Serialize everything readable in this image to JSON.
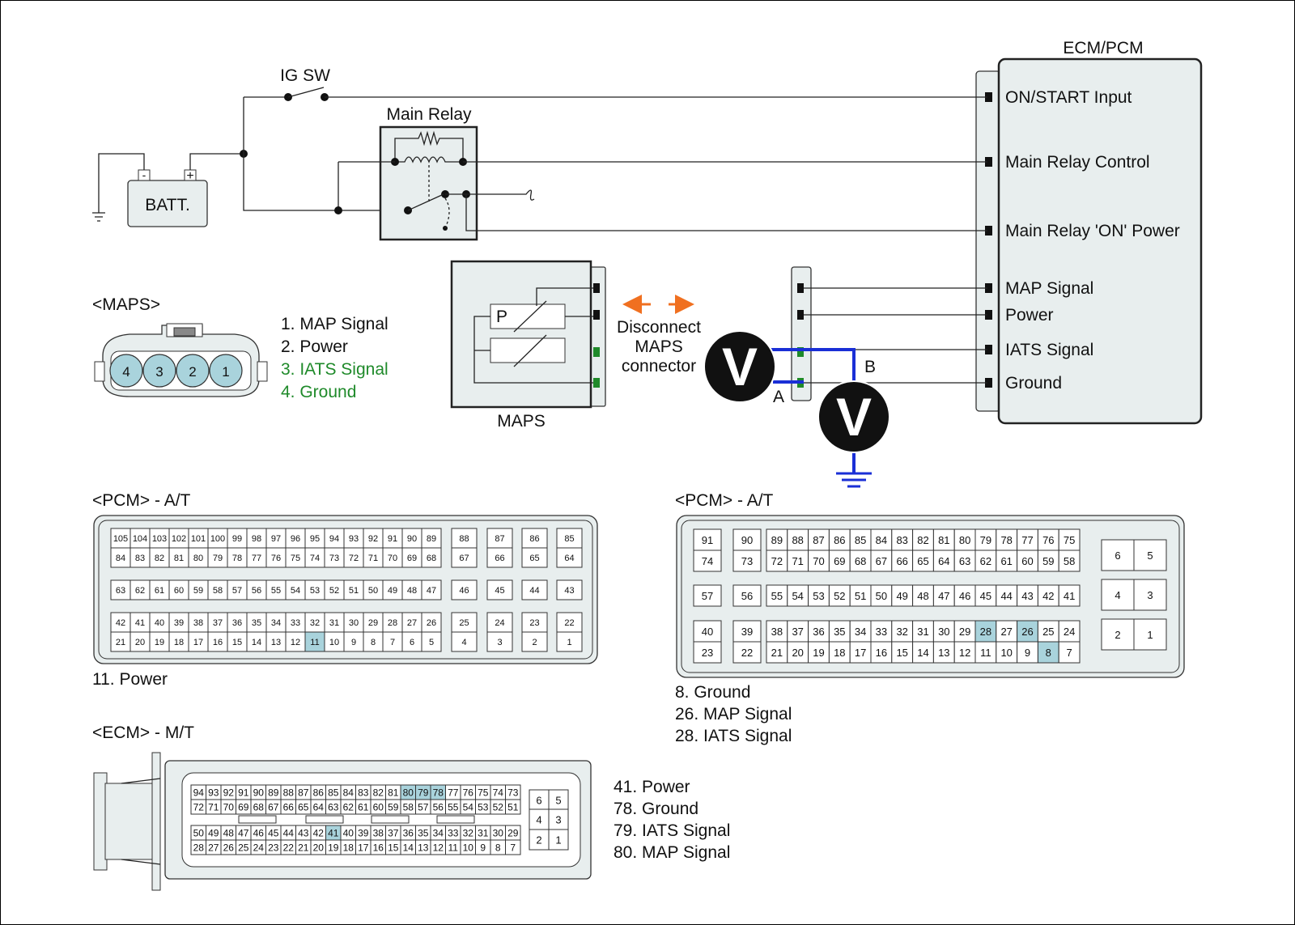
{
  "ecm": {
    "title": "ECM/PCM",
    "pins": [
      "ON/START Input",
      "Main Relay Control",
      "Main Relay 'ON' Power",
      "MAP Signal",
      "Power",
      "IATS Signal",
      "Ground"
    ]
  },
  "circuit": {
    "ig_sw": "IG SW",
    "main_relay": "Main Relay",
    "batt": "BATT.",
    "batt_minus": "-",
    "batt_plus": "+",
    "maps_label": "MAPS",
    "p_label": "P",
    "disconnect": [
      "Disconnect",
      "MAPS",
      "connector"
    ],
    "meter_symbol": "V",
    "point_a": "A",
    "point_b": "B"
  },
  "maps_connector": {
    "title": "<MAPS>",
    "pins": [
      "4",
      "3",
      "2",
      "1"
    ],
    "legend": [
      "1. MAP Signal",
      "2. Power",
      "3. IATS Signal",
      "4. Ground"
    ],
    "legend_colors": [
      "#111111",
      "#111111",
      "#1f8a2a",
      "#1f8a2a"
    ]
  },
  "pcm_at_1": {
    "title": "<PCM> - A/T",
    "rows": [
      [
        "105",
        "104",
        "103",
        "102",
        "101",
        "100",
        "99",
        "98",
        "97",
        "96",
        "95",
        "94",
        "93",
        "92",
        "91",
        "90",
        "89"
      ],
      [
        "84",
        "83",
        "82",
        "81",
        "80",
        "79",
        "78",
        "77",
        "76",
        "75",
        "74",
        "73",
        "72",
        "71",
        "70",
        "69",
        "68"
      ],
      [
        "63",
        "62",
        "61",
        "60",
        "59",
        "58",
        "57",
        "56",
        "55",
        "54",
        "53",
        "52",
        "51",
        "50",
        "49",
        "48",
        "47"
      ],
      [
        "42",
        "41",
        "40",
        "39",
        "38",
        "37",
        "36",
        "35",
        "34",
        "33",
        "32",
        "31",
        "30",
        "29",
        "28",
        "27",
        "26"
      ],
      [
        "21",
        "20",
        "19",
        "18",
        "17",
        "16",
        "15",
        "14",
        "13",
        "12",
        "11",
        "10",
        "9",
        "8",
        "7",
        "6",
        "5"
      ]
    ],
    "side": [
      [
        "88",
        "87",
        "86",
        "85"
      ],
      [
        "67",
        "66",
        "65",
        "64"
      ],
      [
        "46",
        "45",
        "44",
        "43"
      ],
      [
        "25",
        "24",
        "23",
        "22"
      ],
      [
        "4",
        "3",
        "2",
        "1"
      ]
    ],
    "highlight": [
      "11"
    ],
    "legend": [
      "11. Power"
    ]
  },
  "pcm_at_2": {
    "title": "<PCM> - A/T",
    "left": [
      [
        "91",
        "90"
      ],
      [
        "74",
        "73"
      ],
      [
        "57",
        "56"
      ],
      [
        "40",
        "39"
      ],
      [
        "23",
        "22"
      ]
    ],
    "rows": [
      [
        "89",
        "88",
        "87",
        "86",
        "85",
        "84",
        "83",
        "82",
        "81",
        "80",
        "79",
        "78",
        "77",
        "76",
        "75"
      ],
      [
        "72",
        "71",
        "70",
        "69",
        "68",
        "67",
        "66",
        "65",
        "64",
        "63",
        "62",
        "61",
        "60",
        "59",
        "58"
      ],
      [
        "55",
        "54",
        "53",
        "52",
        "51",
        "50",
        "49",
        "48",
        "47",
        "46",
        "45",
        "44",
        "43",
        "42",
        "41"
      ],
      [
        "38",
        "37",
        "36",
        "35",
        "34",
        "33",
        "32",
        "31",
        "30",
        "29",
        "28",
        "27",
        "26",
        "25",
        "24"
      ],
      [
        "21",
        "20",
        "19",
        "18",
        "17",
        "16",
        "15",
        "14",
        "13",
        "12",
        "11",
        "10",
        "9",
        "8",
        "7"
      ]
    ],
    "right": [
      [
        "6",
        "5"
      ],
      [
        "4",
        "3"
      ],
      [
        "2",
        "1"
      ]
    ],
    "highlight": [
      "8",
      "26",
      "28"
    ],
    "legend": [
      "8. Ground",
      "26. MAP Signal",
      "28. IATS Signal"
    ]
  },
  "ecm_mt": {
    "title": "<ECM> - M/T",
    "rows": [
      [
        "94",
        "93",
        "92",
        "91",
        "90",
        "89",
        "88",
        "87",
        "86",
        "85",
        "84",
        "83",
        "82",
        "81",
        "80",
        "79",
        "78",
        "77",
        "76",
        "75",
        "74",
        "73"
      ],
      [
        "72",
        "71",
        "70",
        "69",
        "68",
        "67",
        "66",
        "65",
        "64",
        "63",
        "62",
        "61",
        "60",
        "59",
        "58",
        "57",
        "56",
        "55",
        "54",
        "53",
        "52",
        "51"
      ],
      [
        "50",
        "49",
        "48",
        "47",
        "46",
        "45",
        "44",
        "43",
        "42",
        "41",
        "40",
        "39",
        "38",
        "37",
        "36",
        "35",
        "34",
        "33",
        "32",
        "31",
        "30",
        "29"
      ],
      [
        "28",
        "27",
        "26",
        "25",
        "24",
        "23",
        "22",
        "21",
        "20",
        "19",
        "18",
        "17",
        "16",
        "15",
        "14",
        "13",
        "12",
        "11",
        "10",
        "9",
        "8",
        "7"
      ]
    ],
    "right": [
      [
        "6",
        "5"
      ],
      [
        "4",
        "3"
      ],
      [
        "2",
        "1"
      ]
    ],
    "highlight": [
      "41",
      "78",
      "79",
      "80"
    ],
    "legend": [
      "41. Power",
      "78. Ground",
      "79. IATS Signal",
      "80. MAP Signal"
    ]
  },
  "colors": {
    "connector_fill": "#e8eeee",
    "pin_highlight": "#a9d3dc",
    "probe_wire": "#1a2fd6",
    "arrow": "#f07020",
    "green": "#1f8a2a"
  }
}
